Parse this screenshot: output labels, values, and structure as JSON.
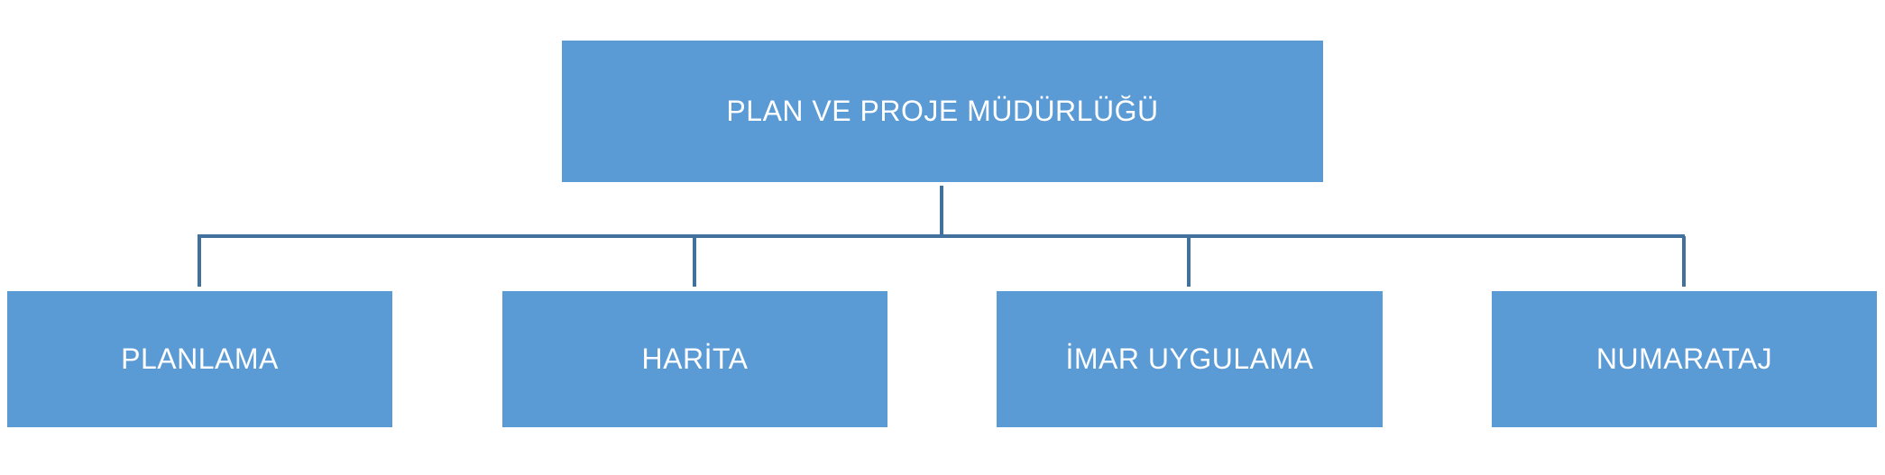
{
  "org_chart": {
    "root": {
      "label": "PLAN VE PROJE MÜDÜRLÜĞÜ"
    },
    "children": [
      {
        "label": "PLANLAMA"
      },
      {
        "label": "HARİTA"
      },
      {
        "label": "İMAR UYGULAMA"
      },
      {
        "label": "NUMARATAJ"
      }
    ],
    "colors": {
      "box_fill": "#5b9bd5",
      "box_text": "#ffffff",
      "connector": "#41719c"
    }
  }
}
